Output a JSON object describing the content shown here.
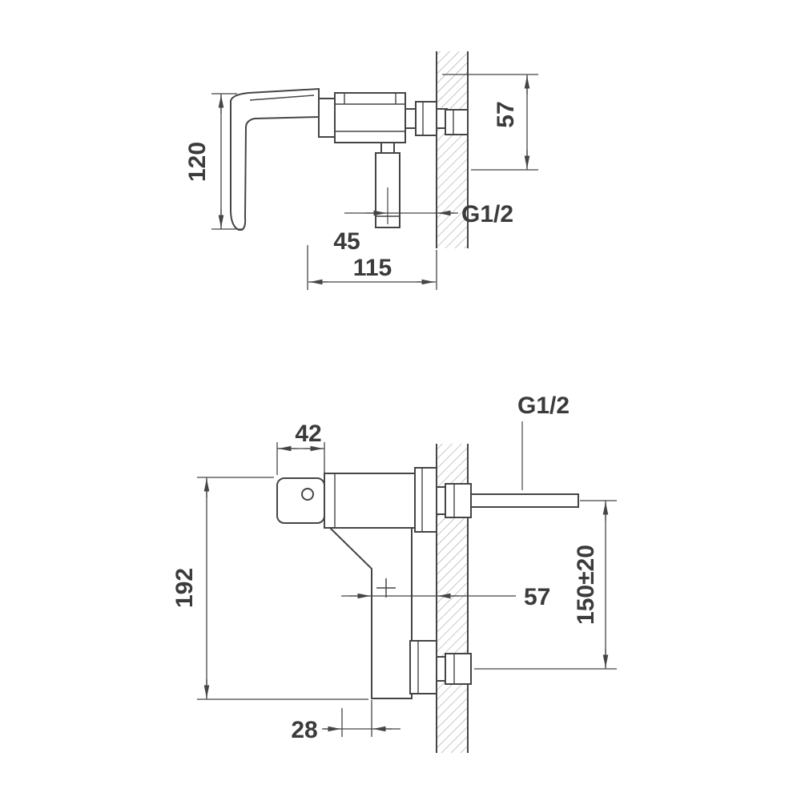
{
  "top_view": {
    "dim_handle_height": "120",
    "dim_wall_offset": "57",
    "dim_spout_to_wall": "45",
    "thread_label": "G1/2",
    "dim_total_depth": "115"
  },
  "bottom_view": {
    "thread_label": "G1/2",
    "dim_handle_width": "42",
    "dim_total_height": "192",
    "dim_body_to_wall": "57",
    "dim_connection_spacing": "150±20",
    "dim_outlet_offset": "28"
  }
}
